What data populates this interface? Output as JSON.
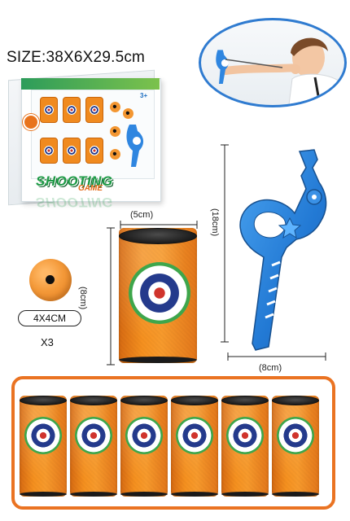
{
  "header": {
    "size_text": "SIZE:38X6X29.5cm"
  },
  "package": {
    "logo_word": "SHOOTING",
    "logo_game": "GAME",
    "age_badge": "3+"
  },
  "can_dims": {
    "width": "(5cm)",
    "height": "(8cm)"
  },
  "slingshot_dims": {
    "height": "(18cm)",
    "width": "(8cm)"
  },
  "ball": {
    "size": "4X4CM",
    "quantity": "X3"
  },
  "colors": {
    "can_orange": "#f5901f",
    "frame_orange": "#ea7322",
    "slingshot_blue": "#2f86e0",
    "target_green": "#3ea64b",
    "target_navy": "#243a8c",
    "target_red": "#d0342c"
  },
  "icons": [
    "slingshot-icon",
    "boy-photo-icon",
    "target-can-icon",
    "foam-ball-icon"
  ]
}
